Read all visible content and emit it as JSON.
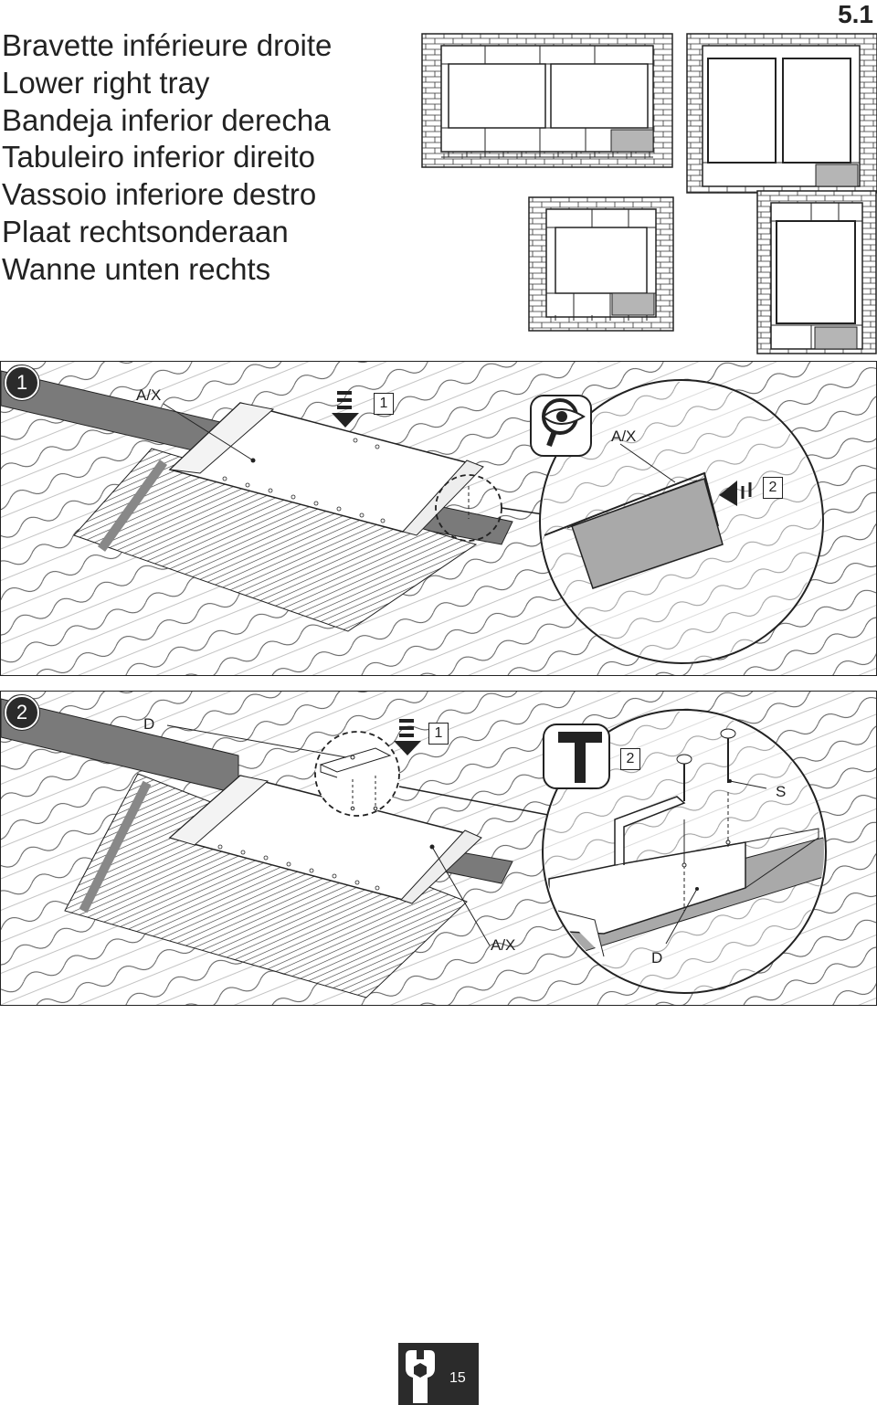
{
  "titles": [
    "Bravette inférieure droite",
    "Lower right tray",
    "Bandeja inferior derecha",
    "Tabuleiro inferior direito",
    "Vassoio inferiore destro",
    "Plaat rechtsonderaan",
    "Wanne unten rechts"
  ],
  "section_number": "5.1",
  "steps": [
    {
      "number": "1",
      "labels": {
        "part": "A/X",
        "substep_1": "1",
        "detail_part": "A/X",
        "substep_2": "2"
      }
    },
    {
      "number": "2",
      "labels": {
        "part": "D",
        "substep_1": "1",
        "substep_2": "2",
        "screw": "S",
        "tray": "A/X",
        "detail_part": "D"
      }
    }
  ],
  "page_number": "15",
  "icons": [
    "eye-icon",
    "hammer-icon",
    "arrow-down-icon",
    "arrow-left-icon",
    "wrench-logo-icon"
  ],
  "colors": {
    "ink": "#222222",
    "tray_gray": "#a9a9a9",
    "footer_bg": "#2b2b2b",
    "highlight_gray": "#b5b5b5"
  }
}
